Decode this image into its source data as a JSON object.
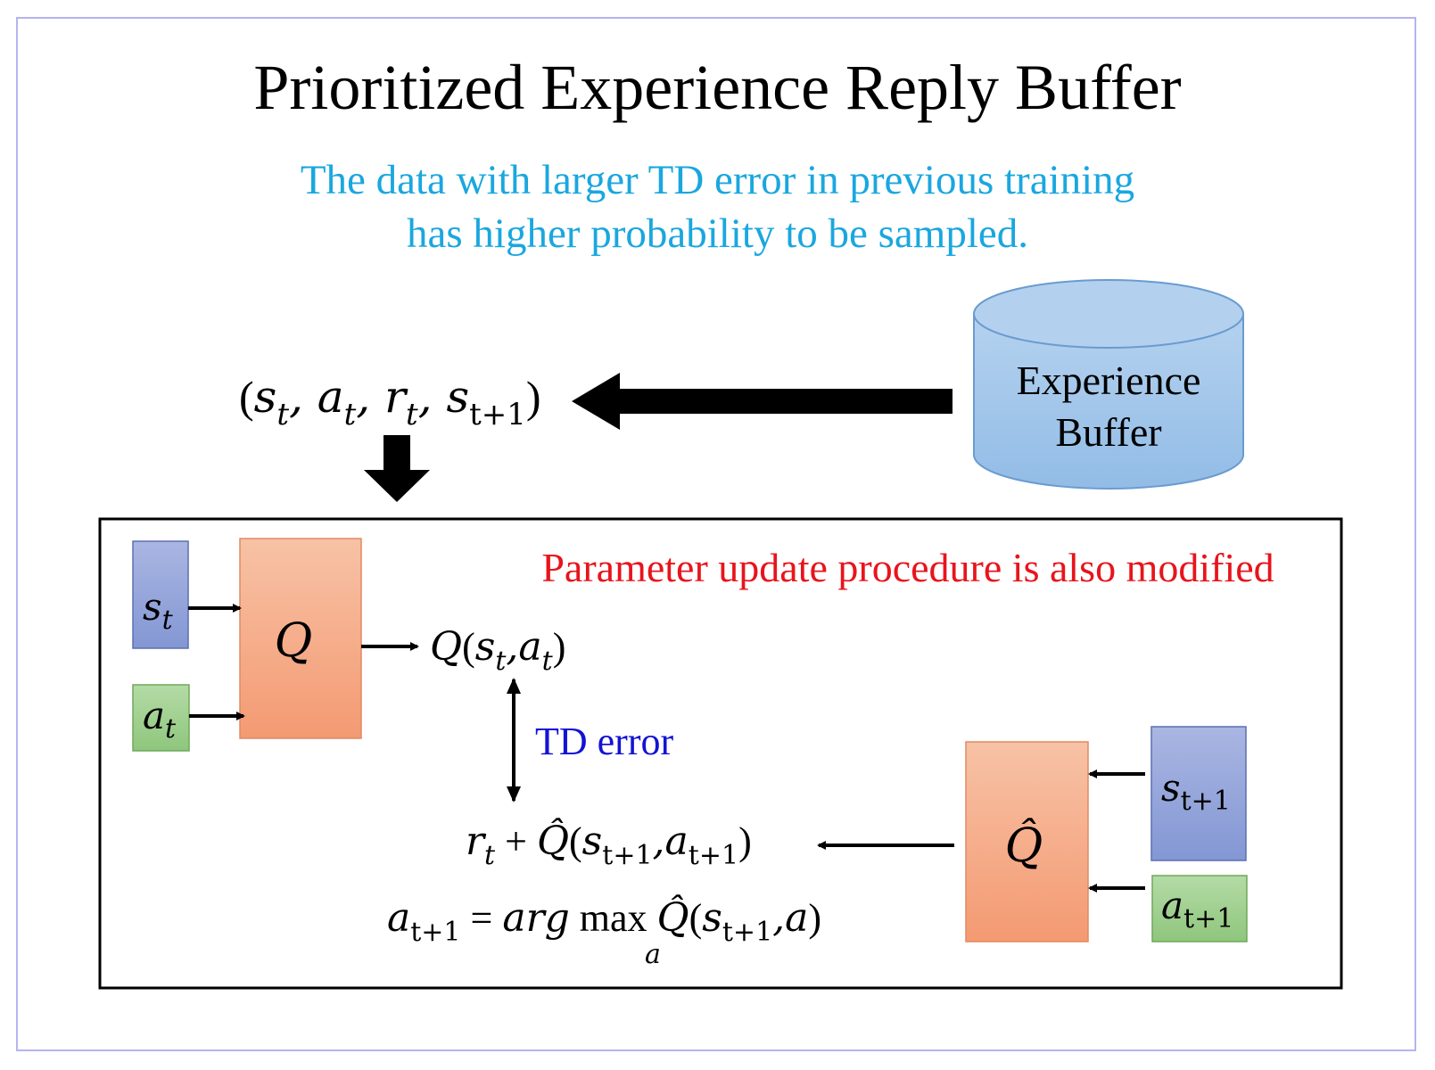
{
  "title": "Prioritized Experience Reply Buffer",
  "subtitle": {
    "line1": "The data with larger TD error in previous training",
    "line2": "has higher probability to be sampled."
  },
  "buffer": {
    "line1": "Experience",
    "line2": "Buffer"
  },
  "sample": {
    "open": "(",
    "s": "s",
    "s_sub": "t",
    "a": "a",
    "a_sub": "t",
    "r": "r",
    "r_sub": "t",
    "s2": "s",
    "s2_sub": "t+1",
    "close": ")"
  },
  "inner_box": {
    "note": "Parameter update procedure is also modified",
    "st": {
      "var": "s",
      "sub": "t"
    },
    "at": {
      "var": "a",
      "sub": "t"
    },
    "q_label": "Q",
    "q_output": {
      "q": "Q",
      "open": "(",
      "s": "s",
      "s_sub": "t",
      "comma": ",",
      "a": "a",
      "a_sub": "t",
      "close": ")"
    },
    "td_error": "TD error",
    "target": {
      "r": "r",
      "r_sub": "t",
      "plus": "+",
      "qhat": "Q̂",
      "open": "(",
      "s": "s",
      "s_sub": "t+1",
      "comma": ",",
      "a": "a",
      "a_sub": "t+1",
      "close": ")"
    },
    "argmax": {
      "a": "a",
      "a_sub": "t+1",
      "eq": "=",
      "arg": "arg",
      "max": "max",
      "max_sub": "a",
      "qhat": "Q̂",
      "open": "(",
      "s": "s",
      "s_sub": "t+1",
      "comma": ",",
      "a2": "a",
      "close": ")"
    },
    "qhat_label": "Q̂",
    "st1": {
      "var": "s",
      "sub": "t+1"
    },
    "at1": {
      "var": "a",
      "sub": "t+1"
    }
  },
  "colors": {
    "subtitle": "#1aa7df",
    "note": "#e8141c",
    "td_error": "#1313d4",
    "q_box": "#f6a07a",
    "s_box": "#8a9bd6",
    "a_box": "#97c886",
    "cylinder": "#9cc3e8"
  }
}
